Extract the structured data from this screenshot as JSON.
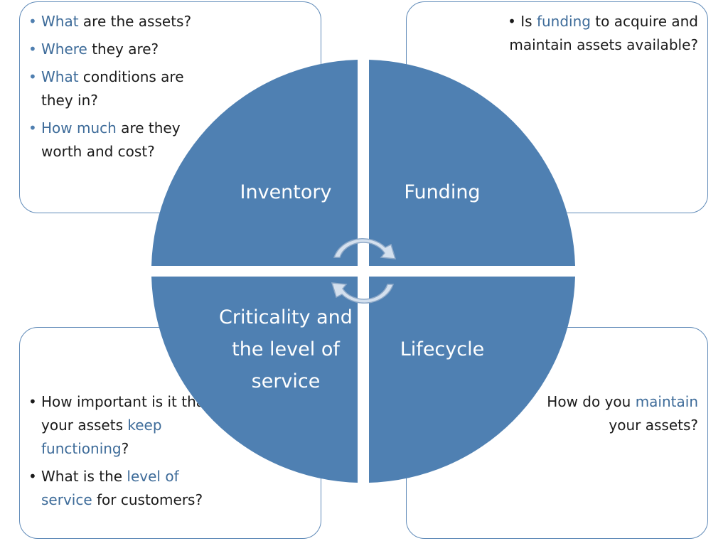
{
  "colors": {
    "quadrant_fill": "#4f80b2",
    "box_border": "#5f8ab8",
    "highlight_text": "#3d6b99",
    "arrow_fill": "#d4e0ee"
  },
  "quadrants": {
    "inventory": "Inventory",
    "funding": "Funding",
    "criticality": [
      "Criticality and",
      "the level of",
      "service"
    ],
    "lifecycle": "Lifecycle"
  },
  "inventory_box": {
    "items": [
      {
        "hl": "What",
        "rest": " are the assets?"
      },
      {
        "hl": "Where",
        "rest": " they are?"
      },
      {
        "hl": "What",
        "rest": " conditions are they in?"
      },
      {
        "hl": "How much",
        "rest": " are they worth and cost?"
      }
    ]
  },
  "funding_box": {
    "bullet": "• ",
    "pre": "Is ",
    "hl": "funding",
    "post": " to acquire and maintain assets available?"
  },
  "criticality_box": {
    "item1": {
      "pre": "How important is it that your assets ",
      "hl": "keep functioning",
      "post": "?"
    },
    "item2": {
      "pre": "What is the ",
      "hl": "level of service",
      "post": " for customers?"
    }
  },
  "lifecycle_box": {
    "pre": "How do you ",
    "hl": "maintain",
    "post": " your assets?"
  }
}
